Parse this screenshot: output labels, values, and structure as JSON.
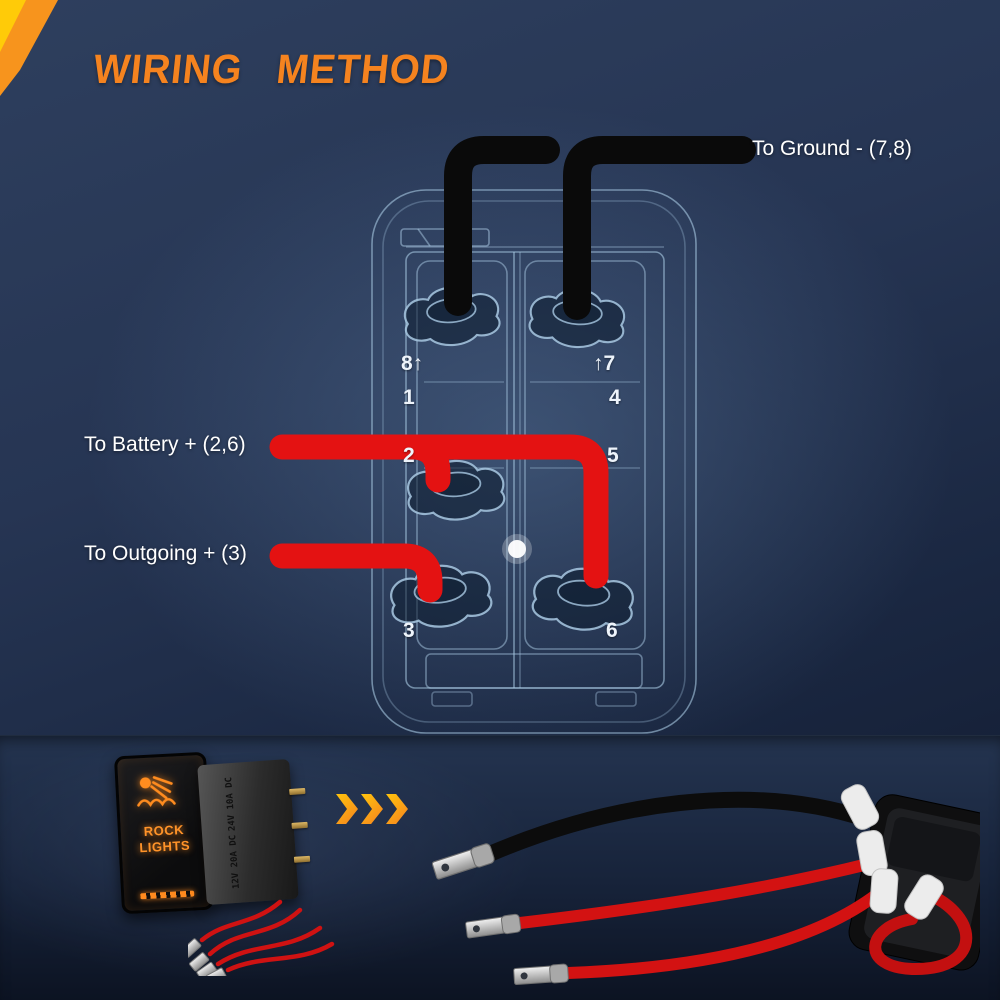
{
  "header": {
    "title": "WIRING METHOD"
  },
  "diagram": {
    "ground_label": "To Ground - (7,8)",
    "battery_label": "To Battery + (2,6)",
    "outgoing_label": "To Outgoing + (3)",
    "terminals": {
      "t8": "8↑",
      "t1": "1",
      "t7": "↑7",
      "t4": "4",
      "t2": "2",
      "t5": "5",
      "t3": "3",
      "t6": "6"
    }
  },
  "product": {
    "switch_text_line1": "ROCK",
    "switch_text_line2": "LIGHTS",
    "rating_line1": "12V 20A DC",
    "rating_line2": "24V 10A DC"
  },
  "icons": {
    "corner_ribbon": "corner-ribbon",
    "rock_lights": "rock-lights-icon",
    "chevrons": "chevron-right-icon"
  },
  "colors": {
    "accent_orange": "#F5831F",
    "wire_red": "#E41212",
    "wire_black": "#0A0A0A",
    "blueprint_line": "#A9C9E3",
    "background_top": "#2E3F5E",
    "background_bottom": "#111A2E"
  }
}
